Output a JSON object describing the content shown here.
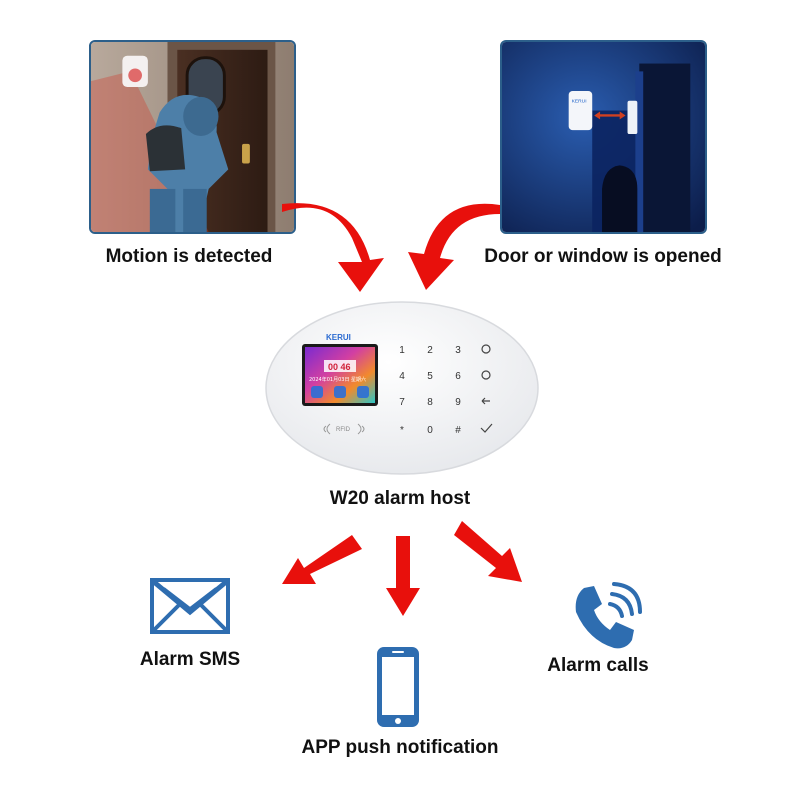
{
  "triggers": {
    "motion": {
      "label": "Motion is detected"
    },
    "door": {
      "label": "Door or window is opened"
    }
  },
  "host": {
    "label": "W20 alarm host",
    "brand": "KERUI",
    "screen_time": "00 46",
    "screen_date": "2024年01月03日 星期六",
    "rfid_label": "RFID",
    "keypad": [
      "1",
      "2",
      "3",
      "4",
      "5",
      "6",
      "7",
      "8",
      "9",
      "*",
      "0",
      "#"
    ]
  },
  "outputs": {
    "sms": {
      "label": "Alarm SMS",
      "icon": "envelope-icon"
    },
    "app": {
      "label": "APP push notification",
      "icon": "smartphone-icon"
    },
    "calls": {
      "label": "Alarm calls",
      "icon": "phone-call-icon"
    }
  },
  "colors": {
    "arrow": "#e8100c",
    "icon_blue": "#2e6db0",
    "photo_border": "#2c5f8a"
  }
}
